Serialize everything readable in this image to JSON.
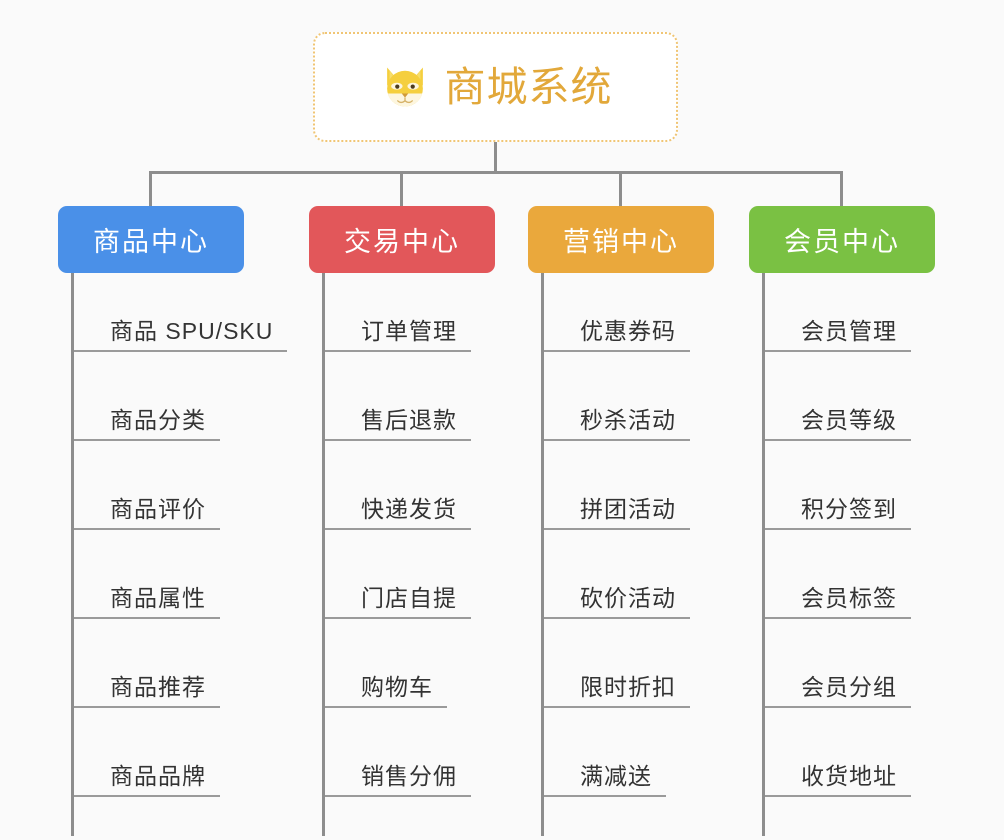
{
  "page": {
    "background_color": "#fafafa",
    "connector_color": "#8d8d8d"
  },
  "root": {
    "title": "商城系统",
    "icon": "shiba-dog-face-emoji",
    "title_color": "#e2a83a",
    "border_color": "#f0c574"
  },
  "branches": [
    {
      "label": "商品中心",
      "color": "#4a90e8",
      "items": [
        "商品 SPU/SKU",
        "商品分类",
        "商品评价",
        "商品属性",
        "商品推荐",
        "商品品牌"
      ]
    },
    {
      "label": "交易中心",
      "color": "#e2575a",
      "items": [
        "订单管理",
        "售后退款",
        "快递发货",
        "门店自提",
        "购物车",
        "销售分佣"
      ]
    },
    {
      "label": "营销中心",
      "color": "#eaa83c",
      "items": [
        "优惠券码",
        "秒杀活动",
        "拼团活动",
        "砍价活动",
        "限时折扣",
        "满减送"
      ]
    },
    {
      "label": "会员中心",
      "color": "#7ac143",
      "items": [
        "会员管理",
        "会员等级",
        "积分签到",
        "会员标签",
        "会员分组",
        "收货地址"
      ]
    }
  ]
}
